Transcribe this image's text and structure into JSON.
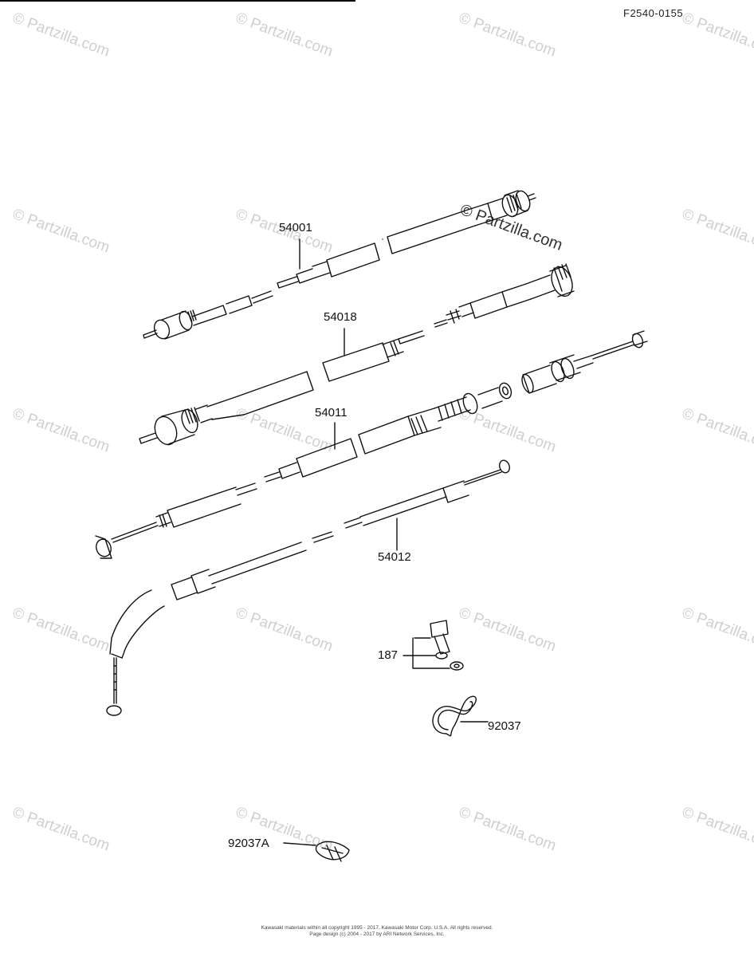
{
  "figure_code": "F2540-0155",
  "watermark_text": "© Partzilla.com",
  "parts": [
    {
      "id": "54001"
    },
    {
      "id": "54018"
    },
    {
      "id": "54011"
    },
    {
      "id": "54012"
    },
    {
      "id": "187"
    },
    {
      "id": "92037"
    },
    {
      "id": "92037A"
    }
  ],
  "footer": {
    "line1": "Kawasaki materials within all copyright  1995 - 2017, Kawasaki Motor Corp. U.S.A.  All rights reserved.",
    "line2": "Page design (c) 2004 - 2017 by ARI Network Services, Inc."
  },
  "colors": {
    "ink": "#111111",
    "watermark": "#cfcfcf",
    "background": "#ffffff"
  }
}
